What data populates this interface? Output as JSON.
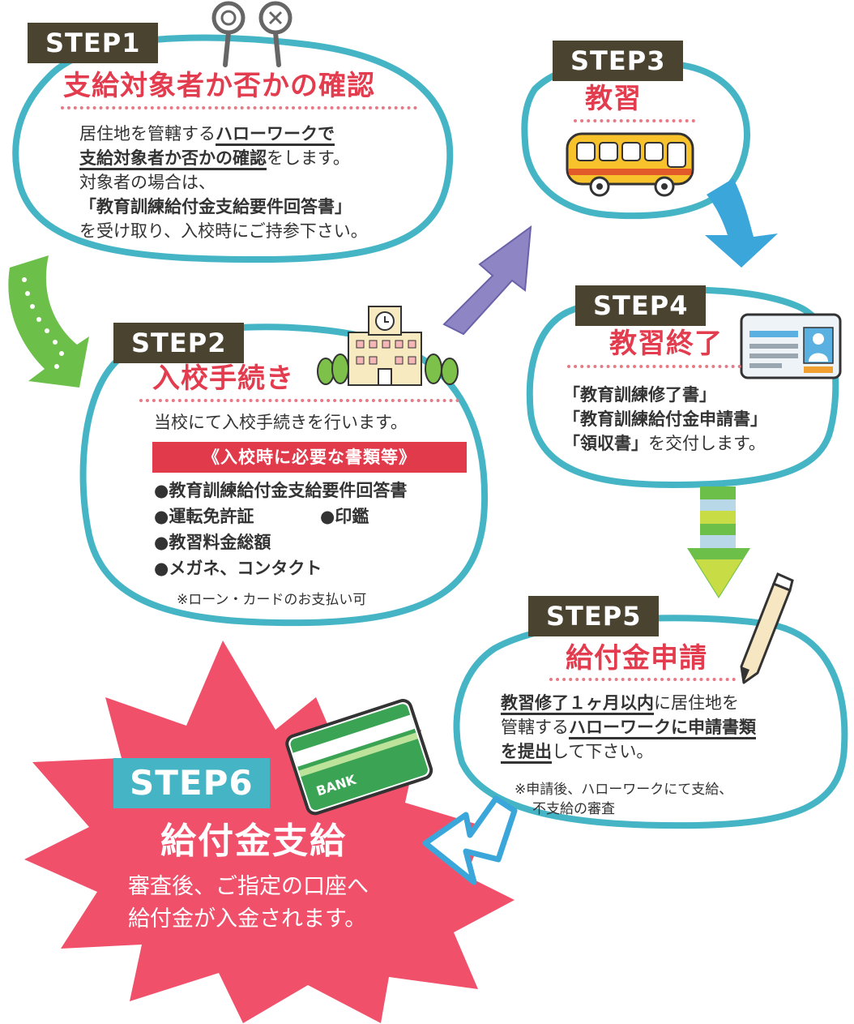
{
  "steps": {
    "step1": {
      "tag": "STEP1",
      "title": "支給対象者か否かの確認",
      "line1_pre": "居住地を管轄する",
      "line1_u": "ハローワークで",
      "line2_u": "支給対象者か否かの確認",
      "line2_post": "をします。",
      "line3": "対象者の場合は、",
      "line4": "「教育訓練給付金支給要件回答書」",
      "line5": "を受け取り、入校時にご持参下さい。"
    },
    "step2": {
      "tag": "STEP2",
      "title": "入校手続き",
      "text": "当校にて入校手続きを行います。",
      "req_header": "《入校時に必要な書類等》",
      "items": [
        "●教育訓練給付金支給要件回答書",
        "●運転免許証",
        "●印鑑",
        "●教習料金総額",
        "●メガネ、コンタクト"
      ],
      "note": "※ローン・カードのお支払い可"
    },
    "step3": {
      "tag": "STEP3",
      "title": "教習"
    },
    "step4": {
      "tag": "STEP4",
      "title": "教習終了",
      "line1": "「教育訓練修了書」",
      "line2": "「教育訓練給付金申請書」",
      "line3_b": "「領収書」",
      "line3_post": "を交付します。"
    },
    "step5": {
      "tag": "STEP5",
      "title": "給付金申請",
      "line1_u": "教習修了１ヶ月以内",
      "line1_post": "に居住地を",
      "line2_pre": "管轄する",
      "line2_u": "ハローワークに申請書類",
      "line3_u": "を提出",
      "line3_post": "して下さい。",
      "note1": "※申請後、ハローワークにて支給、",
      "note2": "不支給の審査"
    },
    "step6": {
      "tag": "STEP6",
      "title": "給付金支給",
      "line1": "審査後、ご指定の口座へ",
      "line2": "給付金が入金されます。",
      "card_label": "BANK"
    }
  },
  "colors": {
    "bubble_border": "#45b5c6",
    "tag_dark": "#4a4330",
    "title_red": "#e23c4e",
    "burst_pink": "#f0506a",
    "arrow_green": "#6cc04a",
    "arrow_purple": "#8e86c4",
    "arrow_blue": "#3aa6da"
  },
  "icons": [
    "magnifier-maru-batsu-icon",
    "school-building-icon",
    "bus-icon",
    "id-card-icon",
    "pen-icon",
    "bank-card-icon"
  ]
}
